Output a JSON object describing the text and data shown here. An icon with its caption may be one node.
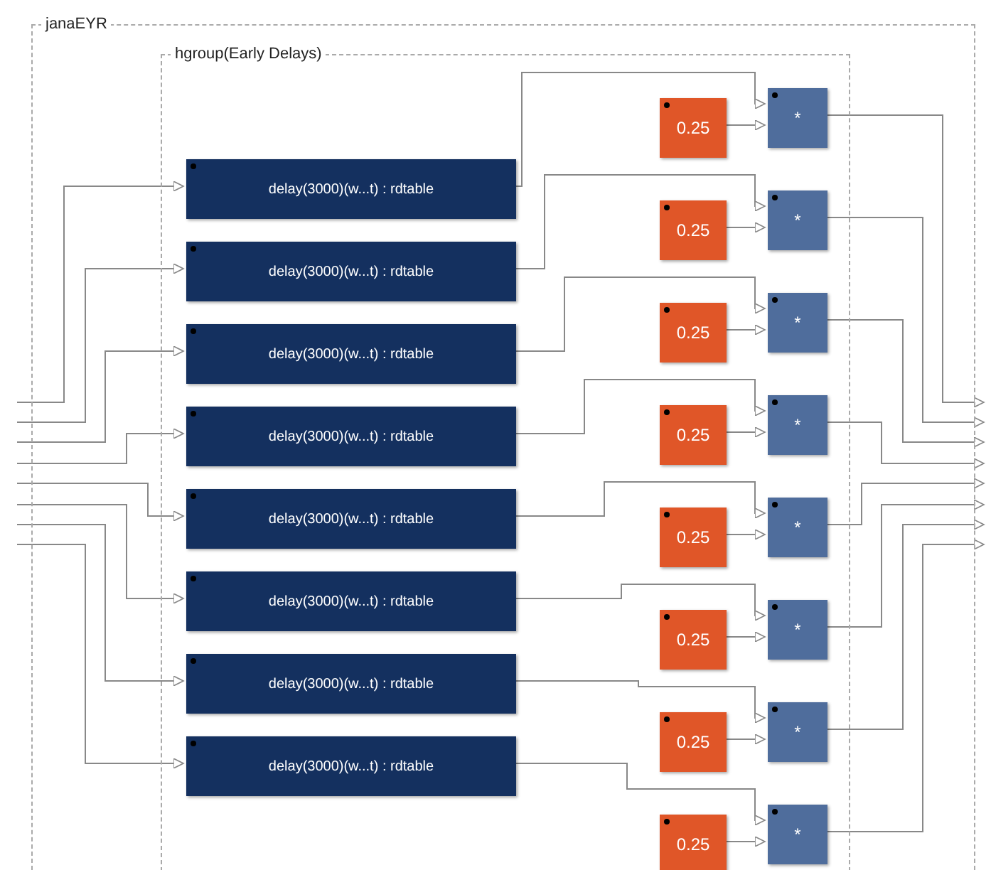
{
  "diagram": {
    "nodes": [
      {
        "text": [
          "janaEYR"
        ]
      },
      {
        "text": [
          "hgroup(Early Delays)"
        ],
        "in": 0
      },
      {
        "text": [
          "delay(3000)(w...t) : rdtable"
        ],
        "in": 1
      },
      {
        "text": [
          "delay(3000)(w...t) : rdtable"
        ],
        "in": 1
      },
      {
        "text": [
          "delay(3000)(w...t) : rdtable"
        ],
        "in": 1
      },
      {
        "text": [
          "delay(3000)(w...t) : rdtable"
        ],
        "in": 1
      },
      {
        "text": [
          "delay(3000)(w...t) : rdtable"
        ],
        "in": 1
      },
      {
        "text": [
          "delay(3000)(w...t) : rdtable"
        ],
        "in": 1
      },
      {
        "text": [
          "delay(3000)(w...t) : rdtable"
        ],
        "in": 1
      },
      {
        "text": [
          "delay(3000)(w...t) : rdtable"
        ],
        "in": 1
      },
      {
        "text": [
          "0.25"
        ],
        "in": 1
      },
      {
        "text": [
          "0.25"
        ],
        "in": 1
      },
      {
        "text": [
          "0.25"
        ],
        "in": 1
      },
      {
        "text": [
          "0.25"
        ],
        "in": 1
      },
      {
        "text": [
          "0.25"
        ],
        "in": 1
      },
      {
        "text": [
          "0.25"
        ],
        "in": 1
      },
      {
        "text": [
          "0.25"
        ],
        "in": 1
      },
      {
        "text": [
          "0.25"
        ],
        "in": 1
      },
      {
        "text": [
          "*"
        ],
        "in": 1
      },
      {
        "text": [
          "*"
        ],
        "in": 1
      },
      {
        "text": [
          "*"
        ],
        "in": 1
      },
      {
        "text": [
          "*"
        ],
        "in": 1
      },
      {
        "text": [
          "*"
        ],
        "in": 1
      },
      {
        "text": [
          "*"
        ],
        "in": 1
      },
      {
        "text": [
          "*"
        ],
        "in": 1
      },
      {
        "text": [
          "*"
        ],
        "in": 1
      }
    ],
    "edges": [
      {
        "from": null,
        "to": 2,
        "arrow": "to"
      },
      {
        "from": null,
        "to": 3,
        "arrow": "to"
      },
      {
        "from": null,
        "to": 4,
        "arrow": "to"
      },
      {
        "from": null,
        "to": 5,
        "arrow": "to"
      },
      {
        "from": null,
        "to": 6,
        "arrow": "to"
      },
      {
        "from": null,
        "to": 7,
        "arrow": "to"
      },
      {
        "from": null,
        "to": 8,
        "arrow": "to"
      },
      {
        "from": null,
        "to": 9,
        "arrow": "to"
      },
      {
        "from": 2,
        "to": 18,
        "arrow": "to"
      },
      {
        "from": 3,
        "to": 19,
        "arrow": "to"
      },
      {
        "from": 4,
        "to": 20,
        "arrow": "to"
      },
      {
        "from": 5,
        "to": 21,
        "arrow": "to"
      },
      {
        "from": 6,
        "to": 22,
        "arrow": "to"
      },
      {
        "from": 7,
        "to": 23,
        "arrow": "to"
      },
      {
        "from": 8,
        "to": 24,
        "arrow": "to"
      },
      {
        "from": 9,
        "to": 25,
        "arrow": "to"
      },
      {
        "from": 10,
        "to": 18,
        "arrow": "to"
      },
      {
        "from": 11,
        "to": 19,
        "arrow": "to"
      },
      {
        "from": 12,
        "to": 20,
        "arrow": "to"
      },
      {
        "from": 13,
        "to": 21,
        "arrow": "to"
      },
      {
        "from": 14,
        "to": 22,
        "arrow": "to"
      },
      {
        "from": 15,
        "to": 23,
        "arrow": "to"
      },
      {
        "from": 16,
        "to": 24,
        "arrow": "to"
      },
      {
        "from": 17,
        "to": 25,
        "arrow": "to"
      },
      {
        "from": 18,
        "to": null,
        "arrow": "to"
      },
      {
        "from": 19,
        "to": null,
        "arrow": "to"
      },
      {
        "from": 20,
        "to": null,
        "arrow": "to"
      },
      {
        "from": 21,
        "to": null,
        "arrow": "to"
      },
      {
        "from": 22,
        "to": null,
        "arrow": "to"
      },
      {
        "from": 23,
        "to": null,
        "arrow": "to"
      },
      {
        "from": 24,
        "to": null,
        "arrow": "to"
      },
      {
        "from": 25,
        "to": null,
        "arrow": "to"
      }
    ]
  }
}
